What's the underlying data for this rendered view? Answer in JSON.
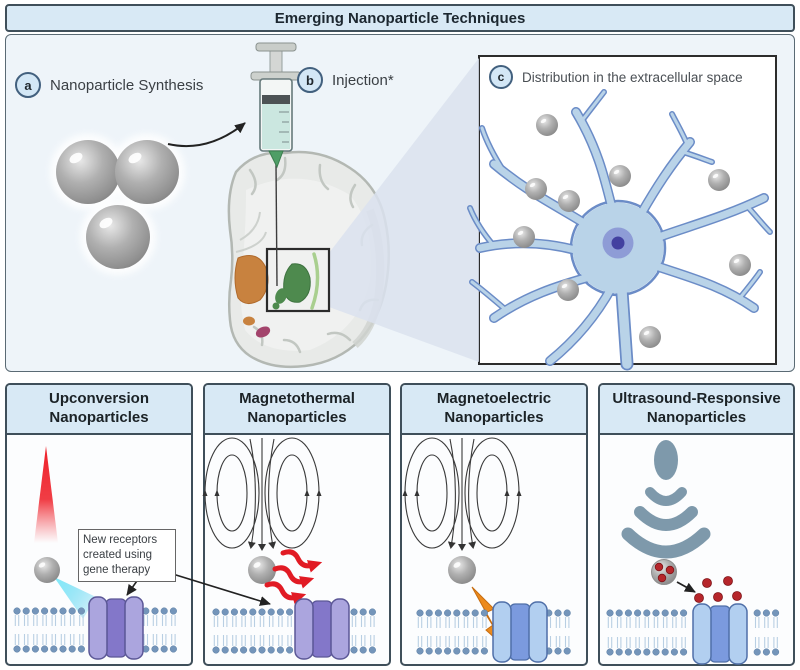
{
  "title": "Emerging Nanoparticle Techniques",
  "steps": {
    "a": {
      "letter": "a",
      "label": "Nanoparticle Synthesis"
    },
    "b": {
      "letter": "b",
      "label": "Injection*"
    },
    "c": {
      "letter": "c",
      "label": "Distribution in the extracellular space"
    }
  },
  "annotation": {
    "text": "New receptors\ncreated using\ngene therapy"
  },
  "panels": [
    {
      "title": "Upconversion\nNanoparticles"
    },
    {
      "title": "Magnetothermal\nNanoparticles"
    },
    {
      "title": "Magnetoelectric\nNanoparticles"
    },
    {
      "title": "Ultrasound-Responsive\nNanoparticles"
    }
  ],
  "colors": {
    "header_bg": "#d8e9f5",
    "panel_border": "#3f4f5a",
    "main_bg": "#eef4f9",
    "laser_red": "#e81b24",
    "beam_cyan": "#45d4f0",
    "heat_red": "#e11b24",
    "bolt_orange": "#ec8a1c",
    "ultrasound_slate": "#7e99ab",
    "channel_purple": "#8377c9",
    "channel_blue": "#7b9ade",
    "membrane_head_blue": "#7495ba",
    "nanoparticle_gray": "#9a9a9a",
    "drug_red": "#b6262b",
    "neuron_blue": "#b9d3e8",
    "nucleus_blue": "#8e9cd6",
    "brain_gray": "#e8eae8",
    "brain_orange": "#c8823f",
    "brain_green": "#4e8a4e",
    "brain_magenta": "#a3446c"
  }
}
